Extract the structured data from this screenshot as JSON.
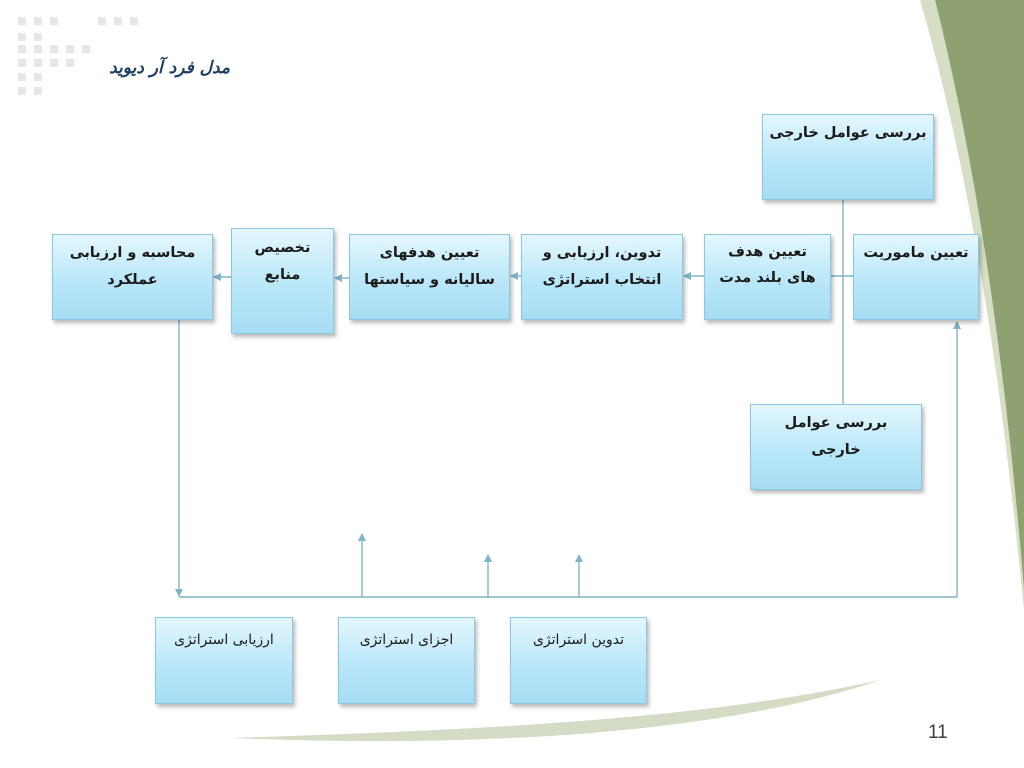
{
  "slide": {
    "title": "مدل فرد آر دیوید",
    "page_number": "11"
  },
  "boxes": {
    "external_top": "بررسی عوامل خارجی",
    "mission": "تعیین ماموریت",
    "long_term_goals": "تعیین هدف های بلند مدت",
    "formulate_select": "تدوین، ارزیابی و انتخاب استراتژی",
    "annual_goals": "تعیین هدفهای سالیانه و سیاستها",
    "allocate": "تخصیص منابع",
    "measure": "محاسبه و ارزیابی عملکرد",
    "external_bottom": "بررسی عوامل خارجی",
    "eval_strategy": "ارزیابی استراتژی",
    "impl_strategy": "اجزای استراتژی",
    "form_strategy": "تدوین استراتژی"
  },
  "colors": {
    "connector": "#7fb3c8",
    "title": "#1f3f66",
    "deco_green": "#8a9e6a"
  }
}
